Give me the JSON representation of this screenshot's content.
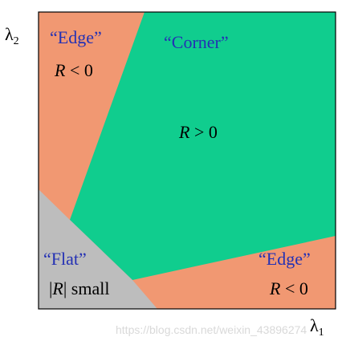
{
  "axes": {
    "y_symbol": "λ",
    "y_subscript": "2",
    "x_symbol": "λ",
    "x_subscript": "1"
  },
  "regions": {
    "edge_top": {
      "quote": "“Edge”",
      "r_var": "R",
      "r_rel": " < 0"
    },
    "corner": {
      "quote": "“Corner”",
      "r_var": "R",
      "r_rel": " > 0"
    },
    "flat": {
      "quote": "“Flat”",
      "r_bar_open": "|",
      "r_var": "R",
      "r_bar_close": "|",
      "r_word": " small"
    },
    "edge_bottom": {
      "quote": "“Edge”",
      "r_var": "R",
      "r_rel": " < 0"
    }
  },
  "watermark": "https://blog.csdn.net/weixin_43896274",
  "colors": {
    "edge": "#f19872",
    "corner": "#10cd8e",
    "flat": "#bdbdbd",
    "quote_text": "#2431b4",
    "math_text": "#000000",
    "border": "#000000",
    "watermark": "#d9d9d9"
  }
}
